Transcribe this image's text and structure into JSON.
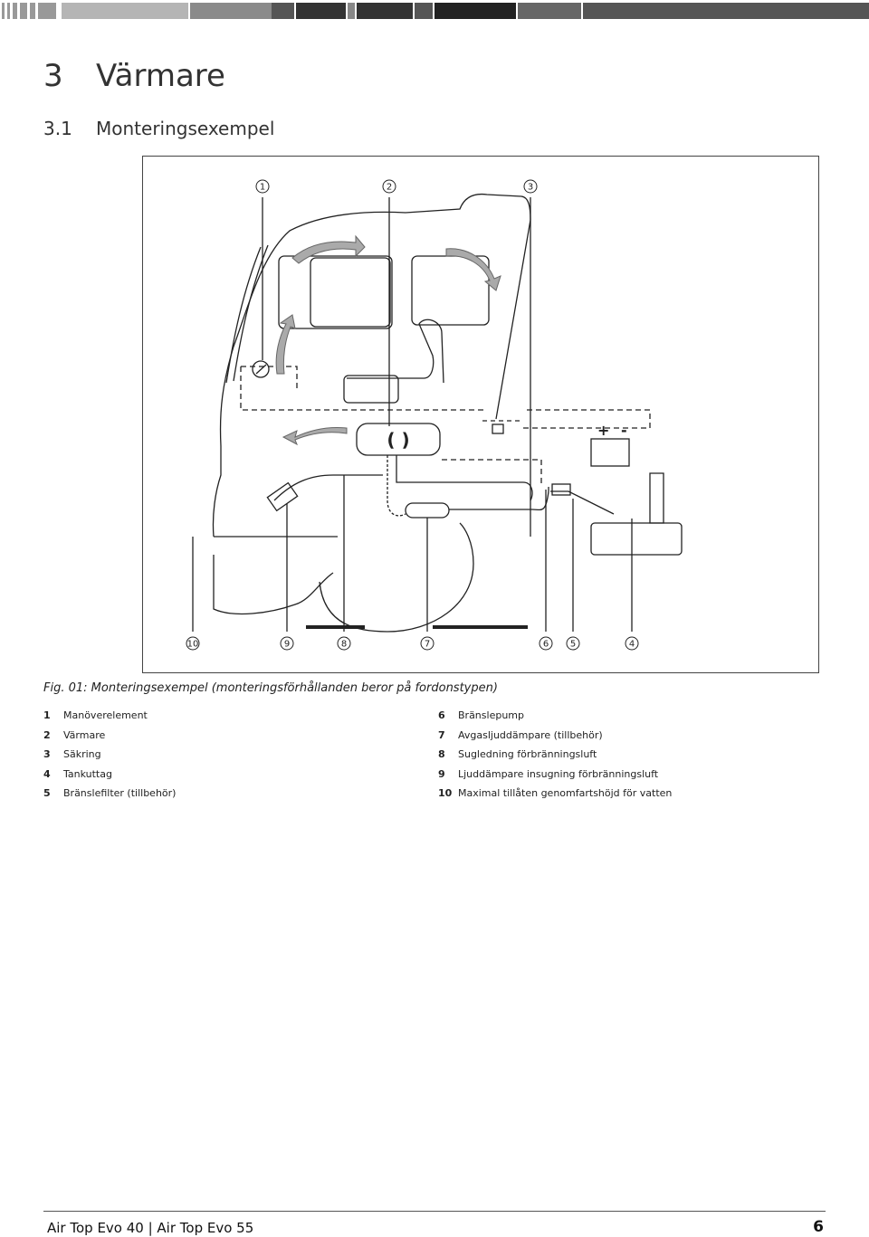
{
  "header": {
    "chapter_number": "3",
    "chapter_title": "Värmare",
    "section_number": "3.1",
    "section_title": "Monteringsexempel"
  },
  "figure": {
    "callouts": [
      "1",
      "2",
      "3",
      "10",
      "9",
      "8",
      "7",
      "6",
      "5",
      "4"
    ],
    "battery_plus": "+",
    "battery_minus": "-",
    "caption": "Fig. 01: Monteringsexempel (monteringsförhållanden beror på fordonstypen)"
  },
  "legend": {
    "left": [
      {
        "num": "1",
        "label": "Manöverelement"
      },
      {
        "num": "2",
        "label": "Värmare"
      },
      {
        "num": "3",
        "label": "Säkring"
      },
      {
        "num": "4",
        "label": "Tankuttag"
      },
      {
        "num": "5",
        "label": "Bränslefilter (tillbehör)"
      }
    ],
    "right": [
      {
        "num": "6",
        "label": "Bränslepump"
      },
      {
        "num": "7",
        "label": "Avgasljuddämpare (tillbehör)"
      },
      {
        "num": "8",
        "label": "Sugledning förbränningsluft"
      },
      {
        "num": "9",
        "label": "Ljuddämpare insugning förbränningsluft"
      },
      {
        "num": "10",
        "label": "Maximal tillåten genomfartshöjd för vatten"
      }
    ]
  },
  "footer": {
    "product": "Air Top Evo 40 | Air Top Evo 55",
    "page": "6"
  }
}
